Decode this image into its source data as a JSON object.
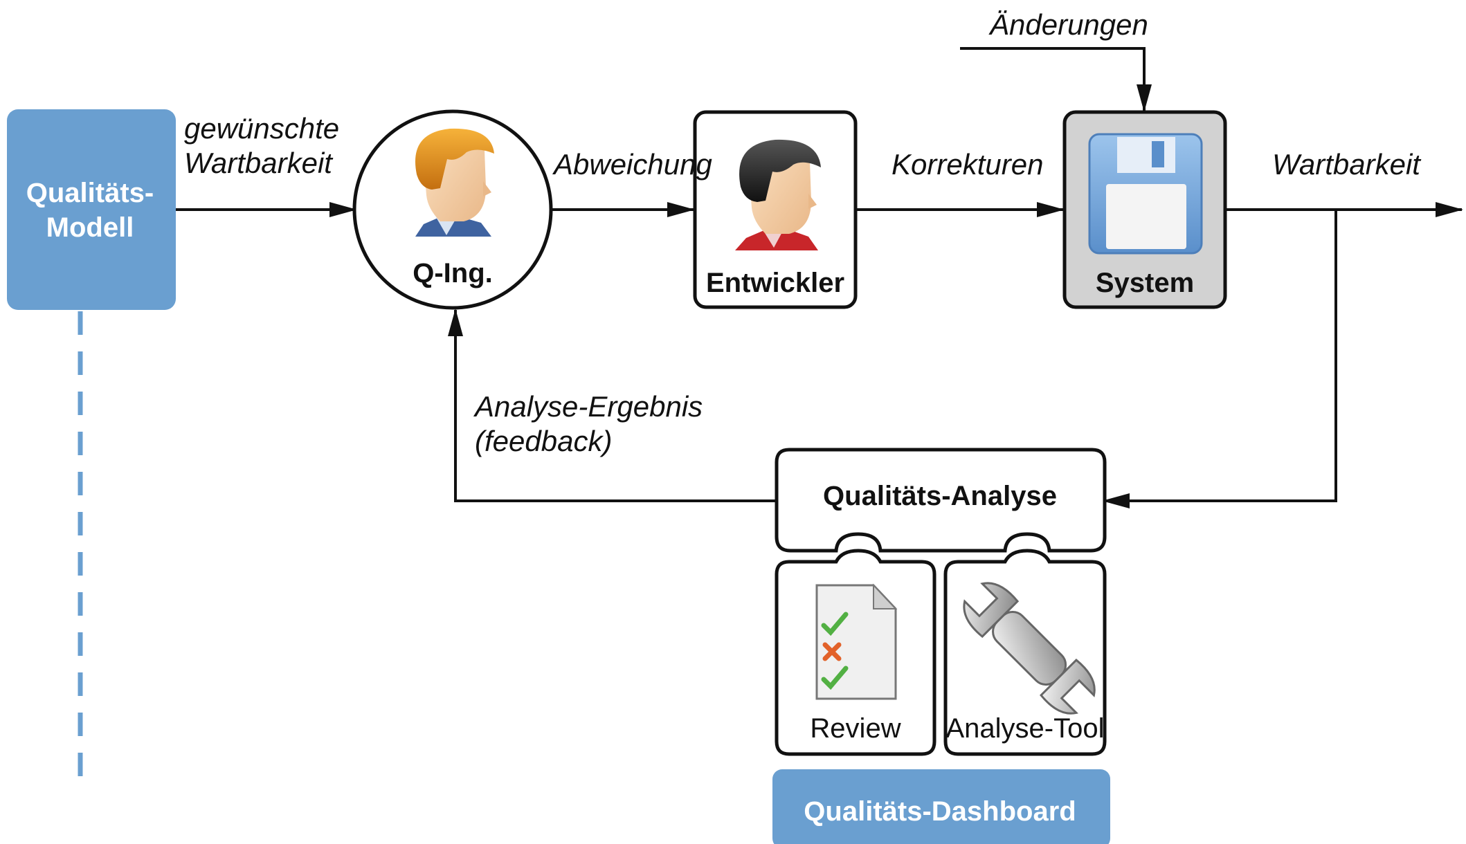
{
  "nodes": {
    "quality_model": {
      "line1": "Qualitäts-",
      "line2": "Modell"
    },
    "q_engineer": {
      "label": "Q-Ing."
    },
    "developer": {
      "label": "Entwickler"
    },
    "system": {
      "label": "System"
    },
    "quality_analysis": {
      "label": "Qualitäts-Analyse"
    },
    "review": {
      "label": "Review"
    },
    "analysis_tool": {
      "label": "Analyse-Tool"
    },
    "dashboard": {
      "label": "Qualitäts-Dashboard"
    }
  },
  "edges": {
    "desired_maintainability": {
      "line1": "gewünschte",
      "line2": "Wartbarkeit"
    },
    "deviation": {
      "label": "Abweichung"
    },
    "corrections": {
      "label": "Korrekturen"
    },
    "changes": {
      "label": "Änderungen"
    },
    "maintainability": {
      "label": "Wartbarkeit"
    },
    "analysis_result": {
      "line1": "Analyse-Ergebnis",
      "line2": "(feedback)"
    }
  },
  "colors": {
    "accent_blue": "#6a9fd0",
    "system_gray": "#d2d2d2",
    "line": "#111111"
  }
}
